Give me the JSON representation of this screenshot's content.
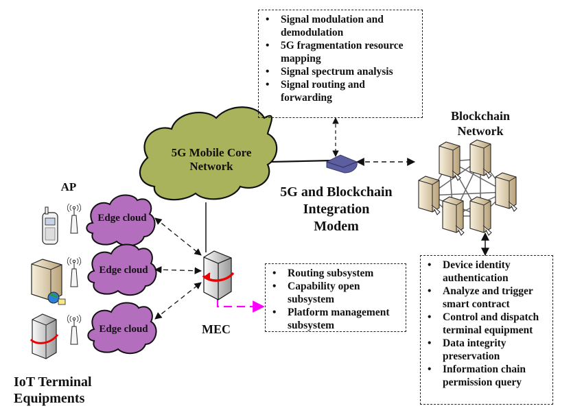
{
  "diagram": {
    "labels": {
      "core_network": "5G Mobile Core Network",
      "core_network_line1": "5G Mobile Core",
      "core_network_line2": "Network",
      "ap": "AP",
      "mec": "MEC",
      "iot_line1": "IoT Terminal",
      "iot_line2": "Equipments",
      "modem_line1": "5G and Blockchain",
      "modem_line2": "Integration",
      "modem_line3": "Modem",
      "blockchain_line1": "Blockchain",
      "blockchain_line2": "Network",
      "edge_clouds": [
        "Edge cloud",
        "Edge cloud",
        "Edge cloud"
      ]
    },
    "modem_functions": [
      "Signal modulation and demodulation",
      "5G fragmentation resource mapping",
      "Signal spectrum analysis",
      "Signal routing and forwarding"
    ],
    "mec_subsystems": [
      "Routing subsystem",
      "Capability open subsystem",
      "Platform management subsystem"
    ],
    "blockchain_functions": [
      "Device identity authentication",
      "Analyze and trigger smart contract",
      "Control and dispatch terminal equipment",
      "Data integrity preservation",
      "Information chain permission query"
    ],
    "colors": {
      "core_cloud": "#a9b35c",
      "edge_cloud": "#b36fbd",
      "modem": "#5c5ea0",
      "mec_link": "#ff00ff",
      "server": "#e9dcc2"
    }
  }
}
